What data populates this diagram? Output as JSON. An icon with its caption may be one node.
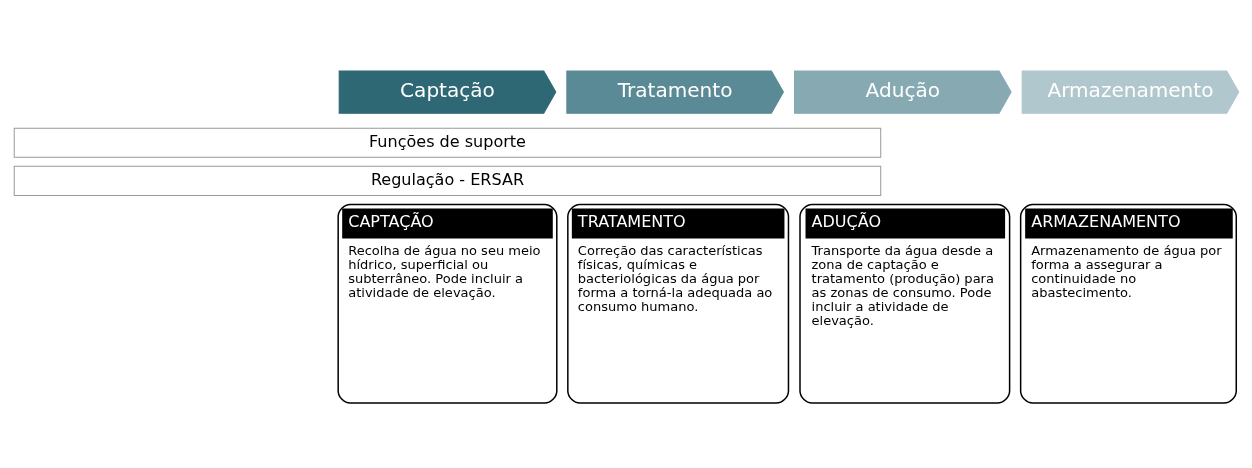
{
  "diagram": {
    "nodes": [
      {
        "text": [
          "Captação"
        ]
      },
      {
        "text": [
          "Tratamento"
        ]
      },
      {
        "text": [
          "Adução"
        ]
      },
      {
        "text": [
          "Armazenamento"
        ]
      },
      {
        "text": [
          "Funções de suporte"
        ]
      },
      {
        "text": [
          "Regulação - ERSAR"
        ]
      },
      {
        "text": [
          "CAPTAÇÃO",
          "Recolha de água no seu meio hídrico, superficial ou subterrâneo. Pode incluir a atividade de elevação."
        ]
      },
      {
        "text": [
          "TRATAMENTO",
          "Correção das características físicas, químicas e bacteriológicas da água por forma a torná-la adequada ao consumo humano."
        ]
      },
      {
        "text": [
          "ADUÇÃO",
          "Transporte da água desde a zona de captação e tratamento (produção) para as zonas de consumo. Pode incluir a atividade de elevação."
        ]
      },
      {
        "text": [
          "ARMAZENAMENTO",
          "Armazenamento de água por forma a assegurar a continuidade no abastecimento."
        ]
      }
    ],
    "edges": []
  }
}
